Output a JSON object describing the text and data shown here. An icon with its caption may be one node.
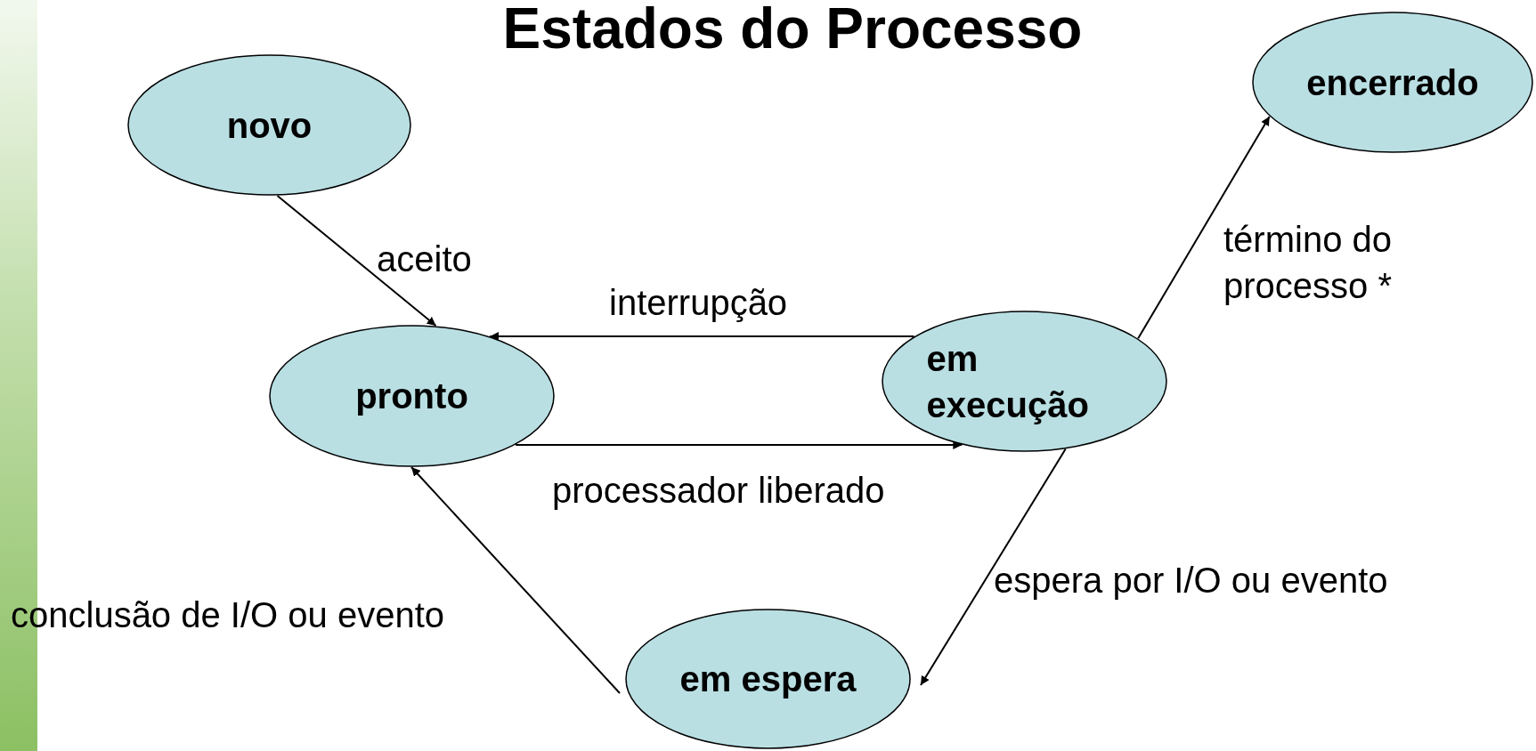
{
  "diagram": {
    "title": "Estados do Processo",
    "nodes": [
      {
        "text": [
          "novo"
        ]
      },
      {
        "text": [
          "encerrado"
        ]
      },
      {
        "text": [
          "pronto"
        ]
      },
      {
        "text": [
          "em execução"
        ]
      },
      {
        "text": [
          "em espera"
        ]
      }
    ],
    "edges": [
      {
        "from": 0,
        "to": 2,
        "arrow": "to",
        "label": "aceito"
      },
      {
        "from": 3,
        "to": 2,
        "arrow": "to",
        "label": "interrupção"
      },
      {
        "from": 2,
        "to": 3,
        "arrow": "to",
        "label": "processador liberado"
      },
      {
        "from": 3,
        "to": 4,
        "arrow": "to",
        "label": "espera por I/O ou evento"
      },
      {
        "from": 4,
        "to": 2,
        "arrow": "to",
        "label": "conclusão de I/O ou evento"
      },
      {
        "from": 3,
        "to": 1,
        "arrow": "to",
        "label": "término do processo *"
      }
    ]
  }
}
